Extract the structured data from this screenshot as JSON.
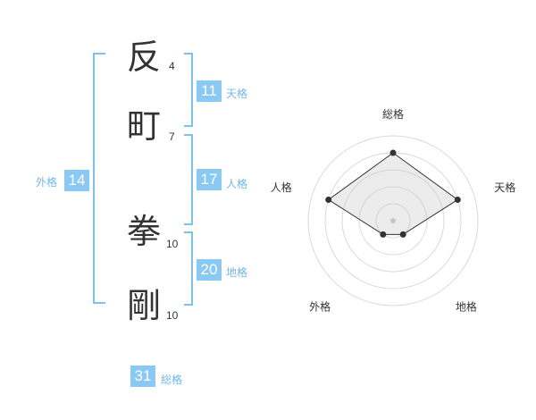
{
  "name": {
    "chars": [
      {
        "char": "反",
        "strokes": "4"
      },
      {
        "char": "町",
        "strokes": "7"
      },
      {
        "char": "拳",
        "strokes": "10"
      },
      {
        "char": "剛",
        "strokes": "10"
      }
    ]
  },
  "kaku": {
    "ten": {
      "value": "11",
      "label": "天格"
    },
    "jin": {
      "value": "17",
      "label": "人格"
    },
    "chi": {
      "value": "20",
      "label": "地格"
    },
    "gai": {
      "value": "14",
      "label": "外格"
    },
    "so": {
      "value": "31",
      "label": "総格"
    }
  },
  "colors": {
    "accent": "#89c9f3",
    "label": "#6fb8e8",
    "bracket": "#7cc2ee",
    "text": "#333333"
  },
  "chart_data": {
    "type": "radar",
    "axes": [
      "総格",
      "天格",
      "地格",
      "外格",
      "人格"
    ],
    "values": [
      4,
      4,
      1,
      1,
      4
    ],
    "rmax": 5,
    "grid_rings": 5
  }
}
